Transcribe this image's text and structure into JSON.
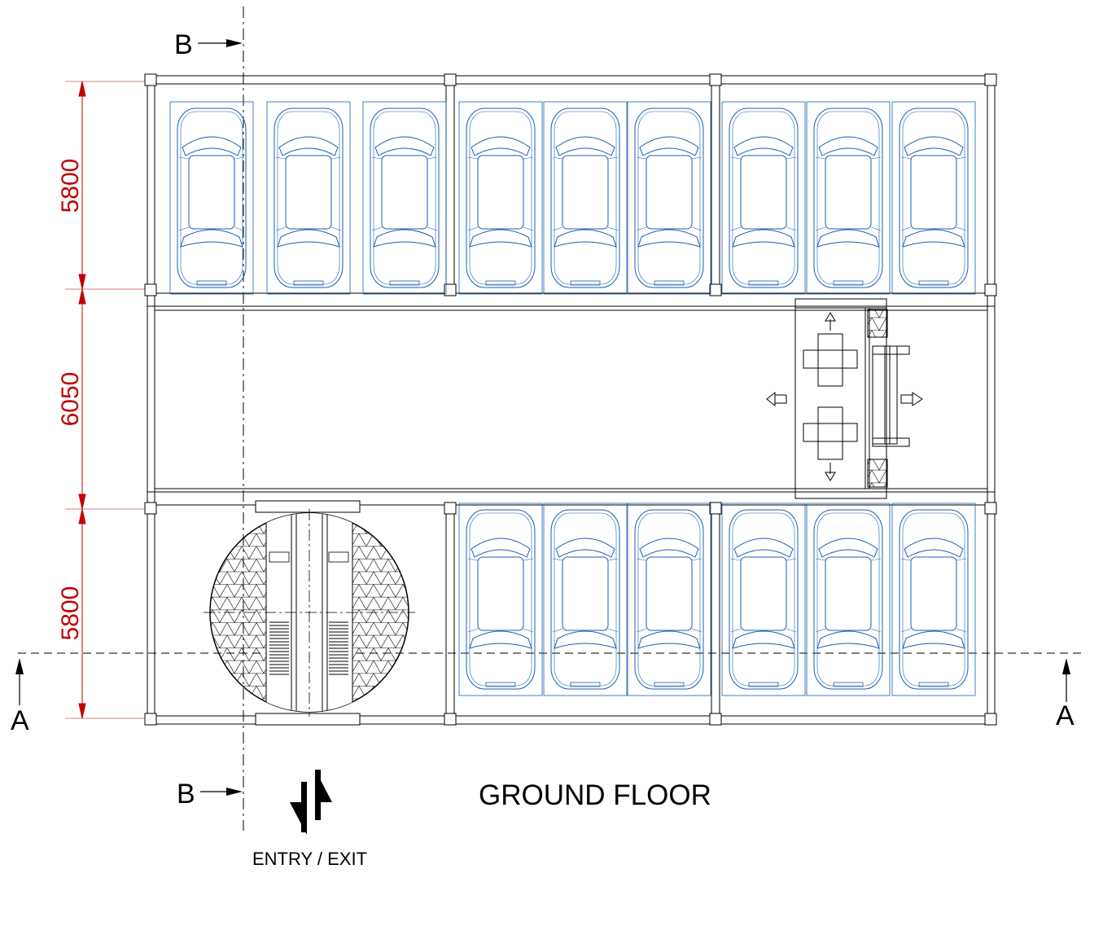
{
  "title": "GROUND FLOOR",
  "entry_label": "ENTRY / EXIT",
  "section_marks": {
    "a_left": "A",
    "a_right": "A",
    "b_top": "B",
    "b_bottom": "B"
  },
  "dimensions": {
    "top_row": "5800",
    "aisle": "6050",
    "bottom_row": "5800"
  },
  "parking": {
    "top_row_spaces": 9,
    "bottom_row_spaces": 6
  },
  "colors": {
    "structure": "#000000",
    "cars": "#1a5fb4",
    "dimension": "#c00000"
  }
}
